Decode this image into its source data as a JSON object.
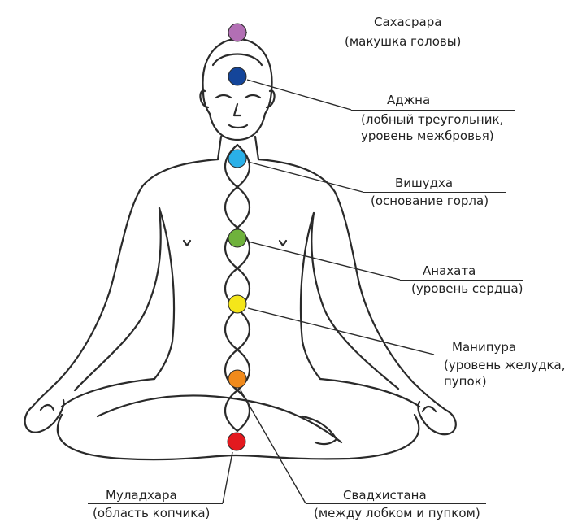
{
  "chakras": [
    {
      "name": "Сахасрара",
      "desc": [
        "(макушка головы)"
      ],
      "color": "#b26fb4"
    },
    {
      "name": "Аджна",
      "desc": [
        "(лобный треугольник,",
        "уровень межбровья)"
      ],
      "color": "#14459a"
    },
    {
      "name": "Вишудха",
      "desc": [
        "(основание горла)"
      ],
      "color": "#2ab0e8"
    },
    {
      "name": "Анахата",
      "desc": [
        "(уровень сердца)"
      ],
      "color": "#6fb23c"
    },
    {
      "name": "Манипура",
      "desc": [
        "(уровень желудка,",
        "пупок)"
      ],
      "color": "#f4e61a"
    },
    {
      "name": "Свадхистана",
      "desc": [
        "(между лобком и пупком)"
      ],
      "color": "#f08a1c"
    },
    {
      "name": "Муладхара",
      "desc": [
        "(область копчика)"
      ],
      "color": "#e3191f"
    }
  ]
}
